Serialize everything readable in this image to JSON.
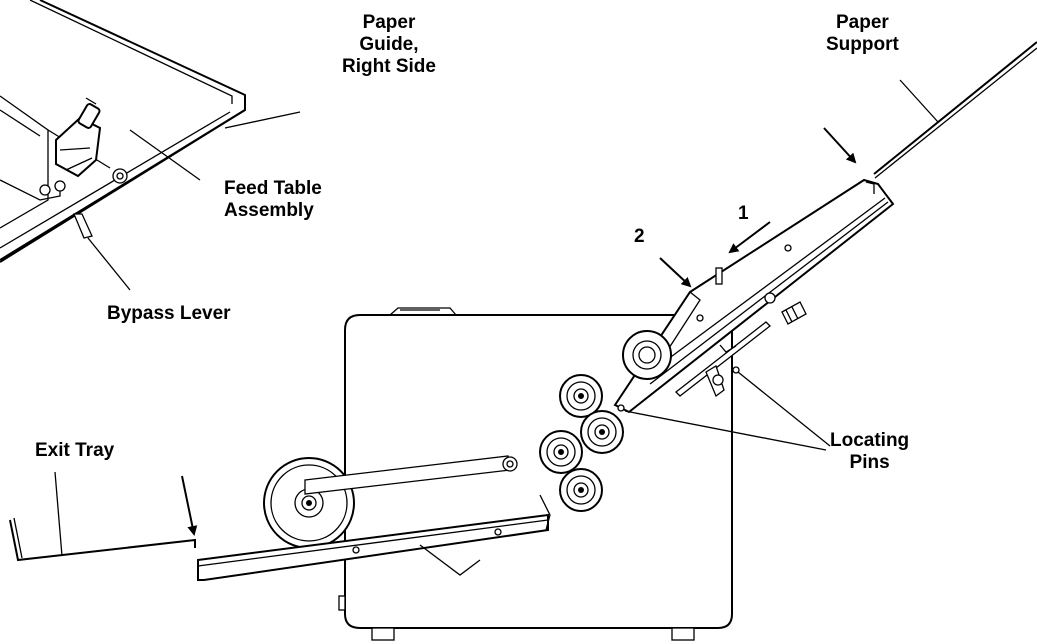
{
  "labels": {
    "paper_guide_right": [
      "Paper",
      "Guide,",
      "Right Side"
    ],
    "paper_support": [
      "Paper",
      "Support"
    ],
    "feed_table_assembly": [
      "Feed Table",
      "Assembly"
    ],
    "bypass_lever": "Bypass Lever",
    "exit_tray": "Exit Tray",
    "locating_pins": [
      "Locating",
      "Pins"
    ],
    "callout_1": "1",
    "callout_2": "2"
  }
}
